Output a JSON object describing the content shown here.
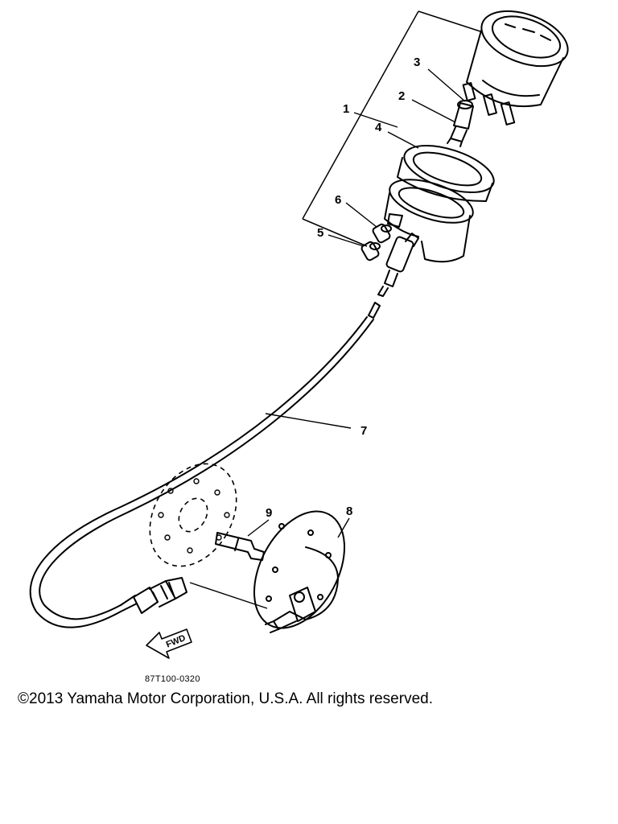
{
  "callouts": {
    "c1": "1",
    "c2": "2",
    "c3": "3",
    "c4": "4",
    "c5": "5",
    "c6": "6",
    "c7": "7",
    "c8": "8",
    "c9": "9"
  },
  "fwd_label": "FWD",
  "part_code": "87T100-0320",
  "copyright": "©2013 Yamaha Motor Corporation, U.S.A. All rights reserved."
}
